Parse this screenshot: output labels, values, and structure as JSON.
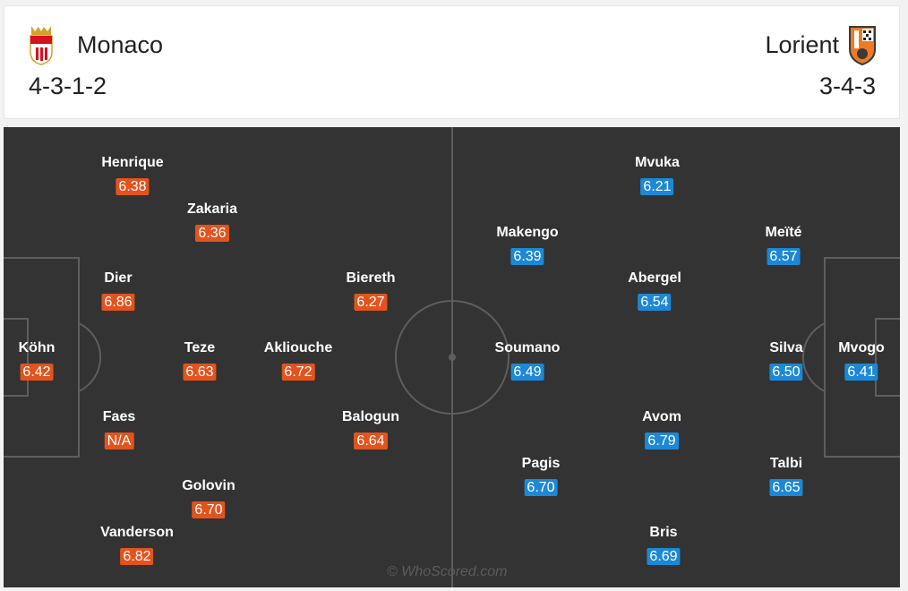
{
  "home": {
    "name": "Monaco",
    "formation": "4-3-1-2",
    "color": "#e3531d",
    "crest_icon": "monaco-crest-icon",
    "players": [
      {
        "name": "Henrique",
        "rating": "6.38"
      },
      {
        "name": "Zakaria",
        "rating": "6.36"
      },
      {
        "name": "Dier",
        "rating": "6.86"
      },
      {
        "name": "Biereth",
        "rating": "6.27"
      },
      {
        "name": "Köhn",
        "rating": "6.42"
      },
      {
        "name": "Teze",
        "rating": "6.63"
      },
      {
        "name": "Akliouche",
        "rating": "6.72"
      },
      {
        "name": "Faes",
        "rating": "N/A"
      },
      {
        "name": "Balogun",
        "rating": "6.64"
      },
      {
        "name": "Golovin",
        "rating": "6.70"
      },
      {
        "name": "Vanderson",
        "rating": "6.82"
      }
    ]
  },
  "away": {
    "name": "Lorient",
    "formation": "3-4-3",
    "color": "#1c88d6",
    "crest_icon": "lorient-crest-icon",
    "players": [
      {
        "name": "Mvuka",
        "rating": "6.21"
      },
      {
        "name": "Makengo",
        "rating": "6.39"
      },
      {
        "name": "Meïté",
        "rating": "6.57"
      },
      {
        "name": "Abergel",
        "rating": "6.54"
      },
      {
        "name": "Soumano",
        "rating": "6.49"
      },
      {
        "name": "Silva",
        "rating": "6.50"
      },
      {
        "name": "Mvogo",
        "rating": "6.41"
      },
      {
        "name": "Avom",
        "rating": "6.79"
      },
      {
        "name": "Pagis",
        "rating": "6.70"
      },
      {
        "name": "Talbi",
        "rating": "6.65"
      },
      {
        "name": "Bris",
        "rating": "6.69"
      }
    ]
  },
  "watermark": "© WhoScored.com"
}
